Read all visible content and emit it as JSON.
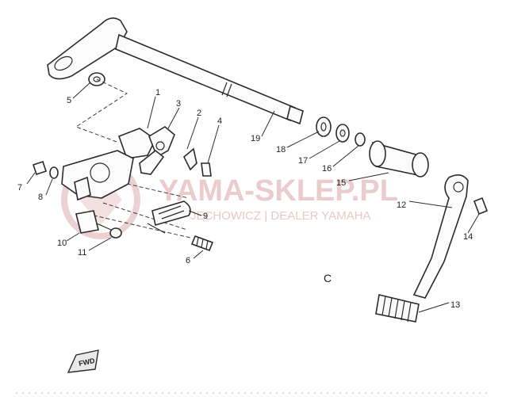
{
  "diagram": {
    "callouts": [
      "1",
      "2",
      "3",
      "4",
      "5",
      "6",
      "7",
      "8",
      "9",
      "10",
      "11",
      "12",
      "13",
      "14",
      "15",
      "16",
      "17",
      "18",
      "19"
    ],
    "watermark": {
      "main": "YAMA-SKLEP.PL",
      "sub": "JECHOWICZ | DEALER YAMAHA"
    },
    "fwd_label": "FWD",
    "section_mark": "C"
  },
  "colors": {
    "line": "#2b2b2b",
    "watermark": "#d9a4a4"
  }
}
